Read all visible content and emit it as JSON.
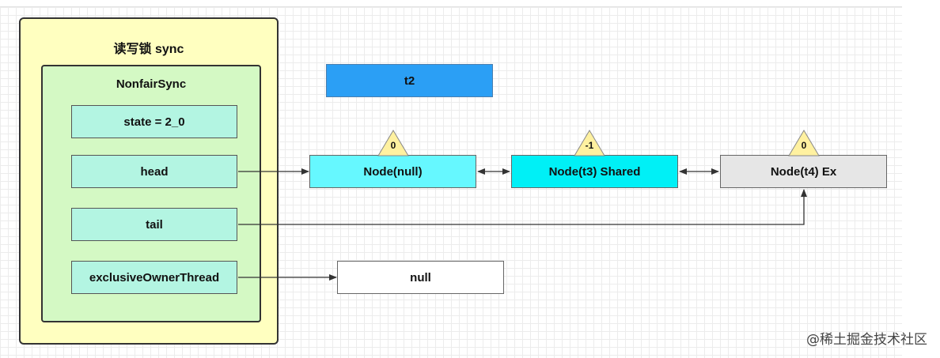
{
  "container": {
    "title": "读写锁 sync"
  },
  "sync": {
    "title": "NonfairSync",
    "fields": {
      "state": "state = 2_0",
      "head": "head",
      "tail": "tail",
      "owner": "exclusiveOwnerThread"
    }
  },
  "thread": {
    "label": "t2",
    "color": "#2b9ff5"
  },
  "queue": [
    {
      "label": "Node(null)",
      "wait_status": "0",
      "color": "#66f8ff"
    },
    {
      "label": "Node(t3) Shared",
      "wait_status": "-1",
      "color": "#00f0f6"
    },
    {
      "label": "Node(t4) Ex",
      "wait_status": "0",
      "color": "#e6e6e6"
    }
  ],
  "owner_value": "null",
  "credit": "@稀土掘金技术社区",
  "colors": {
    "triangle": "#fff1a0"
  }
}
